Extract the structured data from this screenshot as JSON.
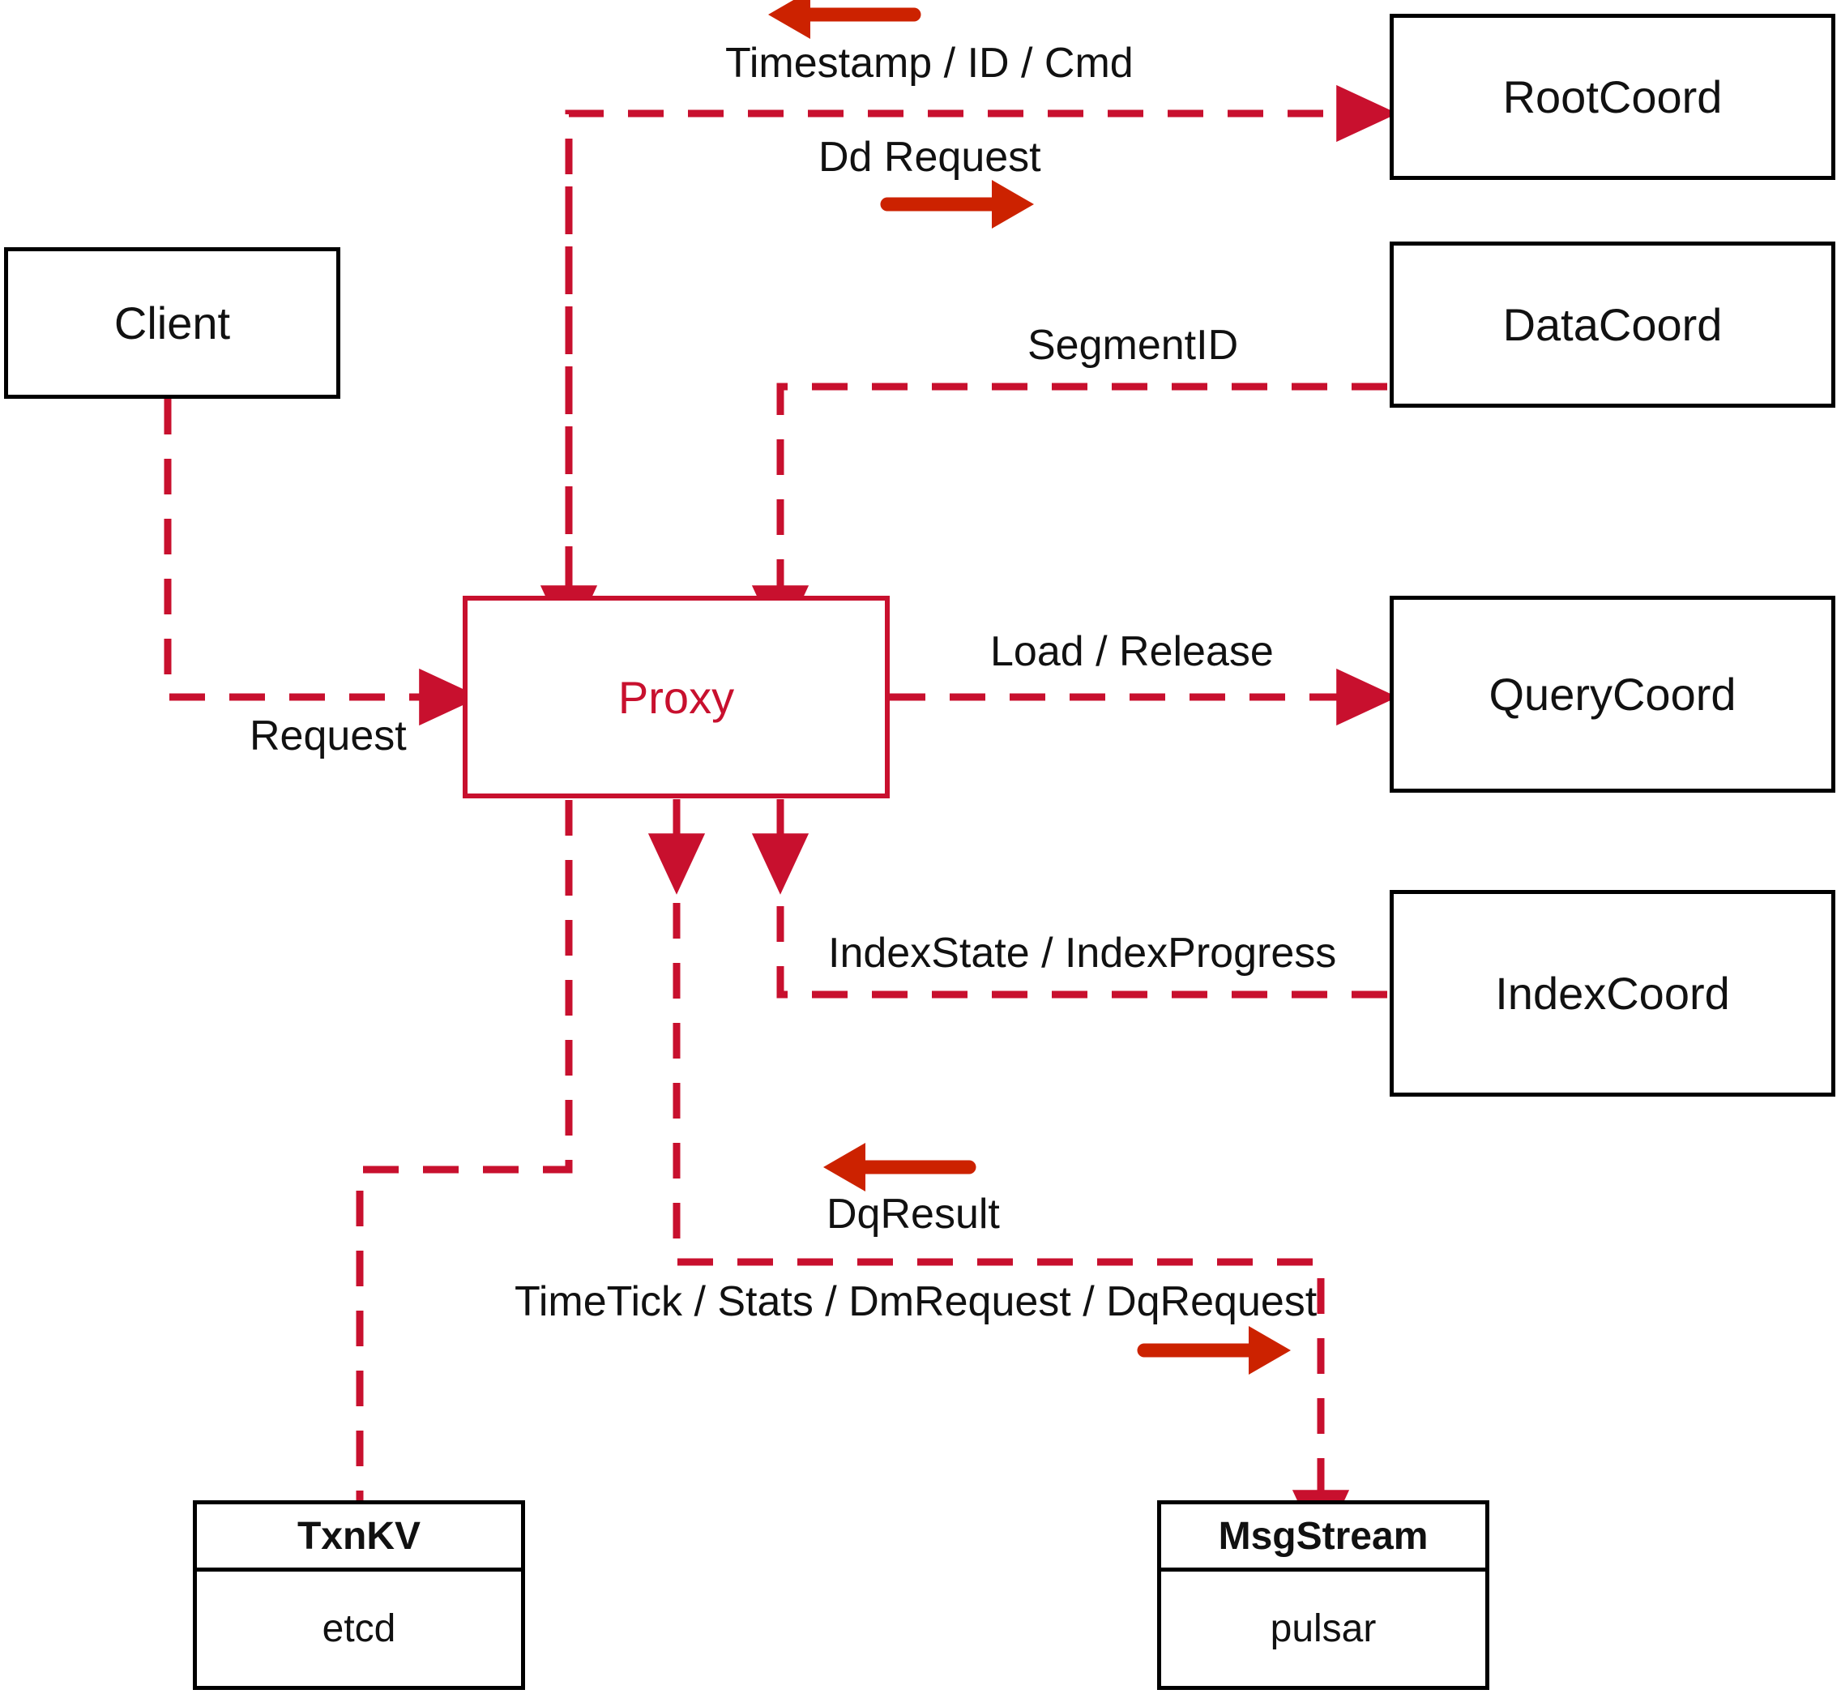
{
  "diagram": {
    "title": "Milvus Proxy interaction diagram",
    "colors": {
      "node_border_black": "#000000",
      "proxy_border_red": "#c8102e",
      "dashed_line_red": "#c8102e",
      "solid_arrow_red": "#cc2200",
      "background": "#ffffff"
    },
    "nodes": {
      "client": {
        "label": "Client",
        "style": "black-box"
      },
      "proxy": {
        "label": "Proxy",
        "style": "red-box"
      },
      "root_coord": {
        "label": "RootCoord",
        "style": "black-box"
      },
      "data_coord": {
        "label": "DataCoord",
        "style": "black-box"
      },
      "query_coord": {
        "label": "QueryCoord",
        "style": "black-box"
      },
      "index_coord": {
        "label": "IndexCoord",
        "style": "black-box"
      },
      "txn_kv": {
        "header": "TxnKV",
        "body": "etcd",
        "style": "stacked-box"
      },
      "msg_stream": {
        "header": "MsgStream",
        "body": "pulsar",
        "style": "stacked-box"
      }
    },
    "edge_labels": {
      "timestamp_id_cmd": "Timestamp / ID / Cmd",
      "dd_request": "Dd Request",
      "segment_id": "SegmentID",
      "request": "Request",
      "load_release": "Load / Release",
      "index_state_progress": "IndexState / IndexProgress",
      "dq_result": "DqResult",
      "timetick_stats_dm_dq": "TimeTick / Stats / DmRequest / DqRequest"
    },
    "direction_arrows": [
      {
        "name": "timestamp-direction-arrow",
        "points": "left"
      },
      {
        "name": "dd-request-direction-arrow",
        "points": "right"
      },
      {
        "name": "dqresult-direction-arrow",
        "points": "left"
      },
      {
        "name": "timetick-direction-arrow",
        "points": "right"
      }
    ]
  }
}
